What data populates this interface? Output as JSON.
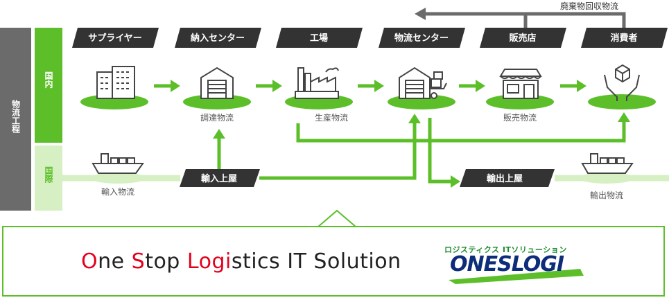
{
  "colors": {
    "green": "#5cbf2a",
    "light_green": "#d6f0c4",
    "dark": "#333333",
    "side_gray": "#6b6b6b",
    "red": "#e4001b",
    "navy": "#0d2c7a"
  },
  "side": {
    "process_label": "物流工程",
    "domestic_label": "国内",
    "international_label": "国際"
  },
  "stages": [
    {
      "label": "サプライヤー",
      "icon": "building-icon"
    },
    {
      "label": "納入センター",
      "icon": "warehouse-icon"
    },
    {
      "label": "工場",
      "icon": "factory-icon"
    },
    {
      "label": "物流センター",
      "icon": "distribution-center-icon"
    },
    {
      "label": "販売店",
      "icon": "shop-icon"
    },
    {
      "label": "消費者",
      "icon": "consumer-hands-icon"
    }
  ],
  "flows": {
    "recovery": "廃棄物回収物流",
    "procurement": "調達物流",
    "production": "生産物流",
    "sales": "販売物流",
    "import": "輸入物流",
    "export": "輸出物流",
    "import_tag": "輸入上屋",
    "export_tag": "輸出上屋"
  },
  "solution": {
    "tagline_parts": [
      "O",
      "ne ",
      "S",
      "top ",
      "Lo",
      "gi",
      "stics IT Solution"
    ],
    "logo_subtitle": "ロジスティクス ITソリューション",
    "logo_name": "ONESLOGI"
  }
}
